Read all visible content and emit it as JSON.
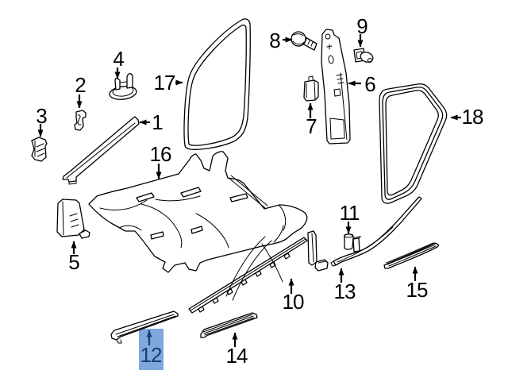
{
  "diagram": {
    "type": "exploded-parts-diagram",
    "background_color": "#ffffff",
    "line_color": "#000000",
    "labels": {
      "1": "1",
      "2": "2",
      "3": "3",
      "4": "4",
      "5": "5",
      "6": "6",
      "7": "7",
      "8": "8",
      "9": "9",
      "10": "10",
      "11": "11",
      "12": "12",
      "13": "13",
      "14": "14",
      "15": "15",
      "16": "16",
      "17": "17",
      "18": "18"
    },
    "highlight": {
      "label": "12",
      "box_color": "#7fa8dc",
      "text_color": "#1b3c78"
    },
    "part_shapes": {
      "1": "a-pillar-trim-strip",
      "2": "small-clip",
      "3": "small-bracket",
      "4": "pronged-base-bracket",
      "5": "kick-panel-bracket",
      "6": "b-pillar-trim",
      "7": "retainer-clip-box",
      "8": "screw",
      "9": "grommet",
      "10": "sill-trim-panel-with-pillar",
      "11": "retainer-clip",
      "12": "sill-scuff-strip-highlighted",
      "13": "curved-sill-trim",
      "14": "ribbed-sill-strip",
      "15": "ribbed-scuff-plate",
      "16": "floor-carpet",
      "17": "front-door-opening-seal",
      "18": "rear-door-opening-seal"
    }
  }
}
